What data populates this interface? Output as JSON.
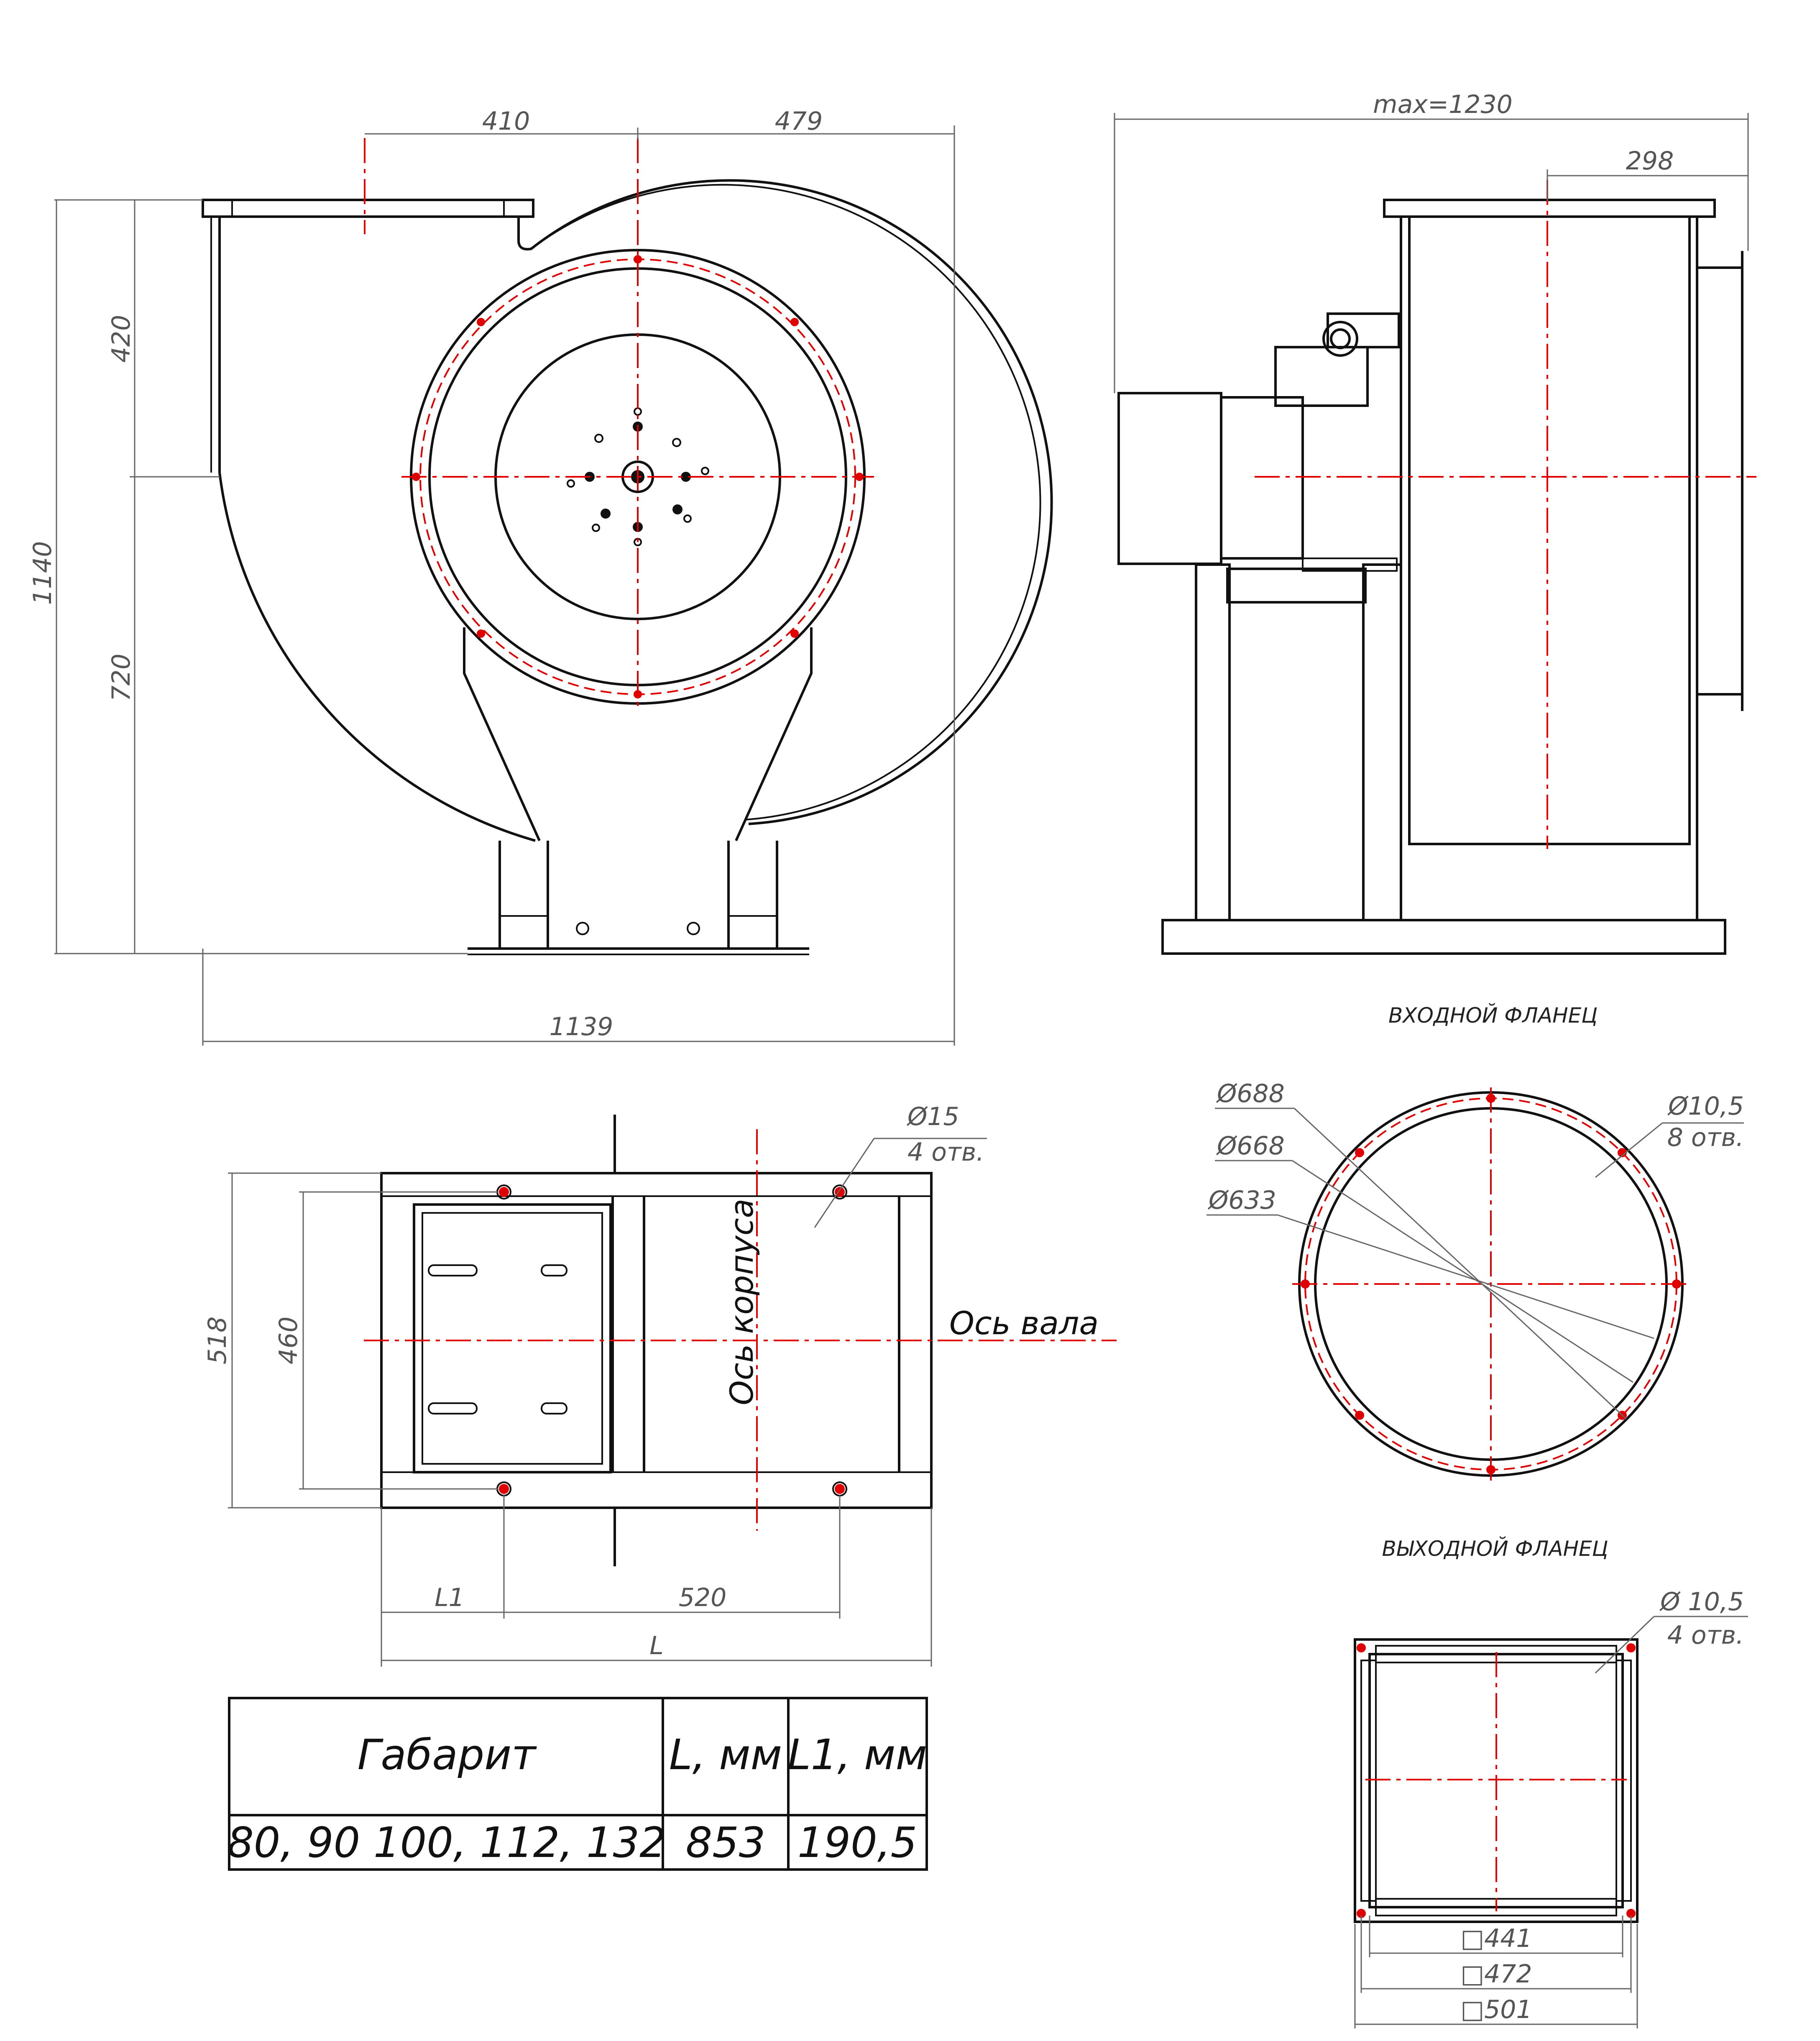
{
  "front_view": {
    "dims": {
      "inlet_left": "410",
      "inlet_right": "479",
      "upper_height": "420",
      "lower_height": "720",
      "total_height": "1140",
      "total_width": "1139"
    }
  },
  "side_view": {
    "dims": {
      "max_length": "max=1230",
      "flange_offset": "298"
    }
  },
  "base_view": {
    "hole_callout": {
      "diameter": "Ø15",
      "count": "4 отв."
    },
    "axis_body": "Ось корпуса",
    "axis_shaft": "Ось вала",
    "dims": {
      "outer_depth": "518",
      "hole_spacing": "460",
      "l1": "L1",
      "hole_pitch": "520",
      "length": "L"
    }
  },
  "inlet_flange": {
    "title": "ВХОДНОЙ ФЛАНЕЦ",
    "dims": {
      "outer": "Ø688",
      "bolt_circle": "Ø668",
      "inner": "Ø633"
    },
    "holes": {
      "diameter": "Ø10,5",
      "count": "8 отв."
    }
  },
  "outlet_flange": {
    "title": "ВЫХОДНОЙ ФЛАНЕЦ",
    "holes": {
      "diameter": "Ø 10,5",
      "count": "4 отв."
    },
    "dims": {
      "inner": "□441",
      "middle": "□472",
      "outer": "□501"
    }
  },
  "size_table": {
    "headers": [
      "Габарит",
      "L, мм",
      "L1, мм"
    ],
    "rows": [
      [
        "80, 90 100, 112, 132",
        "853",
        "190,5"
      ]
    ]
  }
}
